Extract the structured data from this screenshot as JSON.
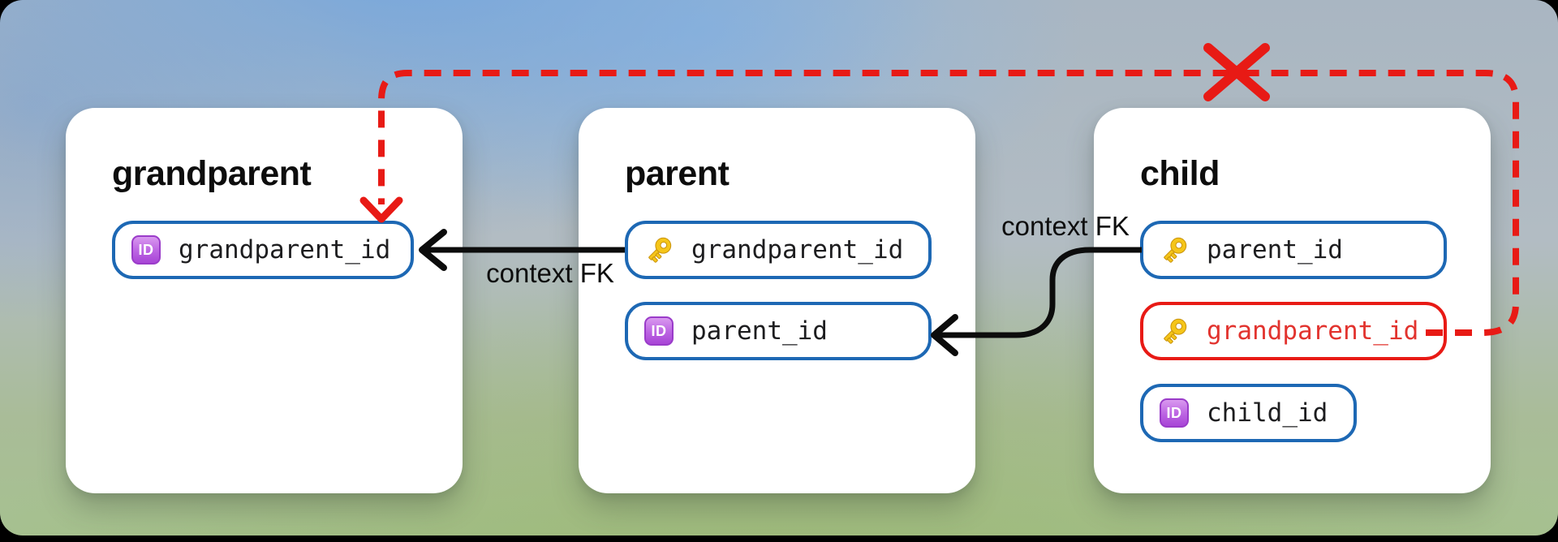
{
  "diagram": {
    "icons": {
      "id_badge_text": "ID",
      "key_icon_name": "key-icon",
      "id_icon_name": "id-badge-icon"
    },
    "colors": {
      "pill_border_blue": "#1d68b4",
      "invalid_red": "#e81a15",
      "invalid_text_red": "#e2332e",
      "connector_black": "#0c0c0c",
      "key_gold": "#f5c519",
      "key_gold_dark": "#c8920c",
      "id_badge_purple": "#a845d6"
    },
    "tables": [
      {
        "name": "grandparent",
        "fields": [
          {
            "icon": "id-badge",
            "label": "grandparent_id",
            "state": "normal"
          }
        ]
      },
      {
        "name": "parent",
        "fields": [
          {
            "icon": "key",
            "label": "grandparent_id",
            "state": "normal"
          },
          {
            "icon": "id-badge",
            "label": "parent_id",
            "state": "normal"
          }
        ]
      },
      {
        "name": "child",
        "fields": [
          {
            "icon": "key",
            "label": "parent_id",
            "state": "normal"
          },
          {
            "icon": "key",
            "label": "grandparent_id",
            "state": "invalid"
          },
          {
            "icon": "id-badge",
            "label": "child_id",
            "state": "normal"
          }
        ]
      }
    ],
    "connectors": [
      {
        "id": "parent-grandparent-fk",
        "label": "context FK",
        "style": "solid-black-arrow"
      },
      {
        "id": "child-parent-fk",
        "label": "context FK",
        "style": "solid-black-arrow"
      },
      {
        "id": "child-grandparent-invalid",
        "label": "",
        "style": "red-dashed-crossed"
      }
    ]
  }
}
